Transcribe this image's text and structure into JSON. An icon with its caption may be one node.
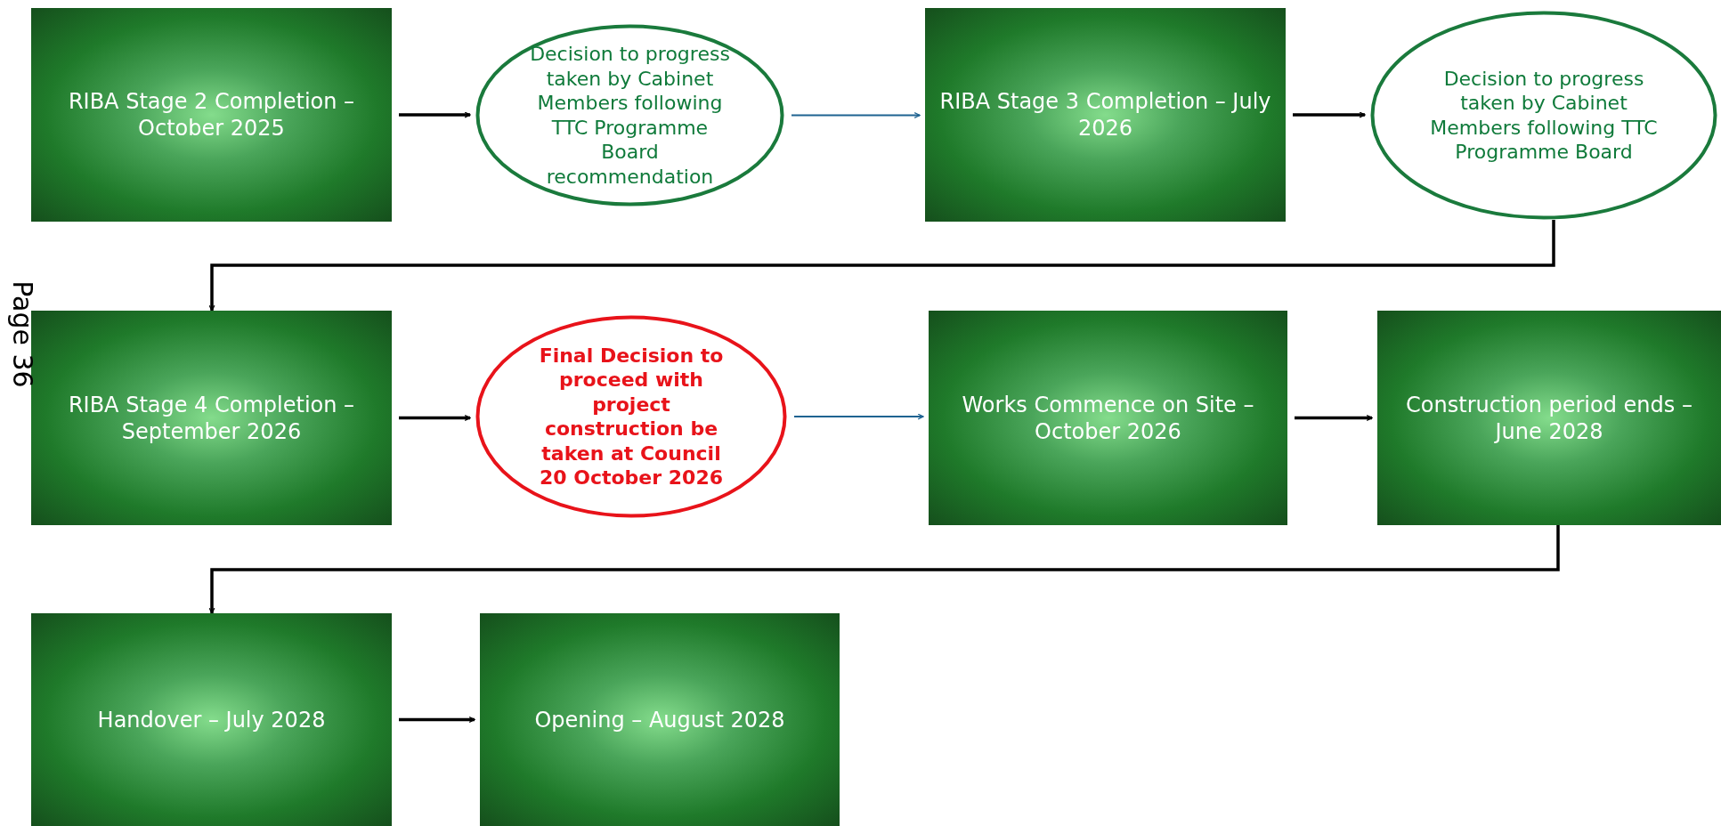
{
  "diagram": {
    "nodes": [
      {
        "text": [
          "RIBA Stage 2 Completion – October 2025"
        ]
      },
      {
        "text": [
          "Decision to progress taken by Cabinet Members following TTC Programme Board recommendation"
        ]
      },
      {
        "text": [
          "RIBA Stage 3 Completion – July 2026"
        ]
      },
      {
        "text": [
          "Decision to progress taken by Cabinet Members following TTC Programme Board"
        ]
      },
      {
        "text": [
          "RIBA Stage 4 Completion – September 2026"
        ]
      },
      {
        "text": [
          "Final Decision to proceed with project construction be taken at Council 20 October 2026"
        ]
      },
      {
        "text": [
          "Works Commence on Site – October 2026"
        ]
      },
      {
        "text": [
          "Construction period ends – June 2028"
        ]
      },
      {
        "text": [
          "Handover – July 2028"
        ]
      },
      {
        "text": [
          "Opening – August 2028"
        ]
      }
    ],
    "edges": [
      {
        "from": 0,
        "to": 1,
        "arrow": "to"
      },
      {
        "from": 1,
        "to": 2,
        "arrow": "to",
        "color": "#1f6391"
      },
      {
        "from": 2,
        "to": 3,
        "arrow": "to"
      },
      {
        "from": 3,
        "to": 4,
        "arrow": "to"
      },
      {
        "from": 4,
        "to": 5,
        "arrow": "to"
      },
      {
        "from": 5,
        "to": 6,
        "arrow": "to",
        "color": "#1f6391"
      },
      {
        "from": 6,
        "to": 7,
        "arrow": "to"
      },
      {
        "from": 7,
        "to": 8,
        "arrow": "to"
      },
      {
        "from": 8,
        "to": 9,
        "arrow": "to"
      }
    ],
    "labels": [
      "Page 36"
    ]
  }
}
